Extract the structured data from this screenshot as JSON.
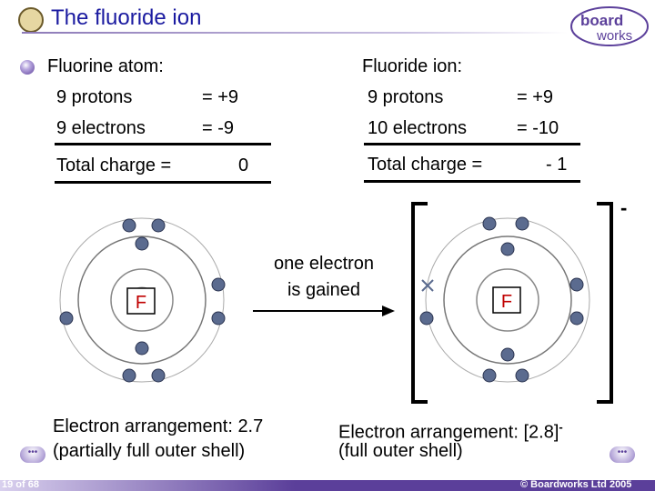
{
  "title": "The fluoride ion",
  "logo": {
    "line1": "board",
    "line2": "works"
  },
  "atom": {
    "heading": "Fluorine atom:",
    "protons_label": "9 protons",
    "protons_value": "=  +9",
    "electrons_label": "9 electrons",
    "electrons_value": "=   -9",
    "total_label": "Total charge  =",
    "total_value": "0",
    "symbol": "F",
    "arrangement": "Electron arrangement: 2.7",
    "shell_note": "(partially full outer shell)"
  },
  "ion": {
    "heading": "Fluoride ion:",
    "protons_label": "9 protons",
    "protons_value": "=   +9",
    "electrons_label": "10 electrons",
    "electrons_value": "=  -10",
    "total_label": "Total charge  =",
    "total_value": "- 1",
    "symbol": "F",
    "charge_sign": "-",
    "arrangement_prefix": "Electron arrangement:",
    "arrangement_value": "[2.8]",
    "arrangement_sup": "-",
    "shell_note": "(full outer shell)"
  },
  "process": {
    "line1": "one electron",
    "line2": "is gained"
  },
  "footer": {
    "slide_number": "19 of 68",
    "copyright": "© Boardworks Ltd 2005"
  },
  "nav": {
    "dots": "•••"
  },
  "colors": {
    "title": "#1a1aa0",
    "accent": "#5b3f9a",
    "electron": "#5b6b8f"
  }
}
